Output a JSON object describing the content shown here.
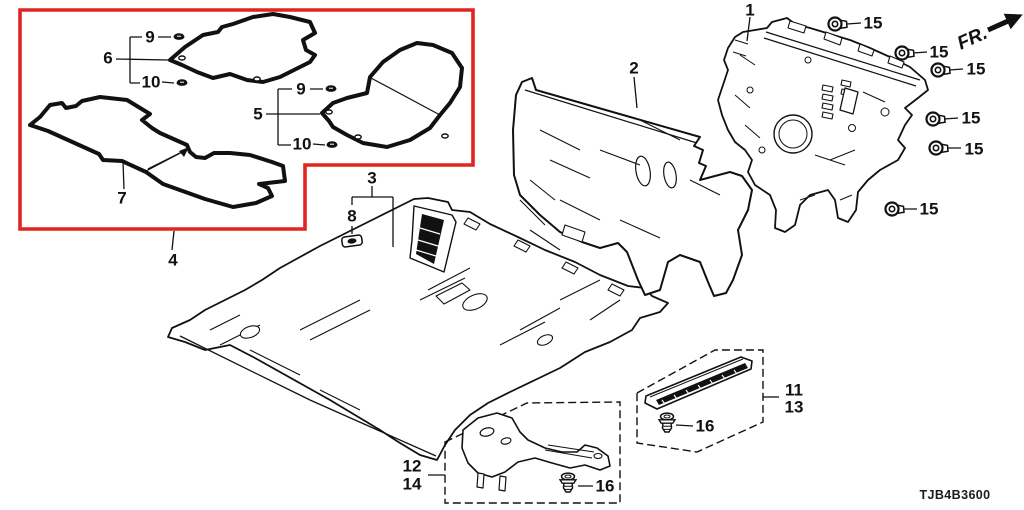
{
  "diagram": {
    "code": "TJB4B3600",
    "direction_label": "FR.",
    "highlight_color": "#e02420",
    "line_color": "#111111"
  },
  "callouts": [
    "1",
    "2",
    "3",
    "8",
    "4",
    "6",
    "9",
    "10",
    "5",
    "9",
    "10",
    "7",
    "11",
    "13",
    "12",
    "14",
    "15",
    "15",
    "15",
    "15",
    "15",
    "15",
    "16",
    "16"
  ]
}
